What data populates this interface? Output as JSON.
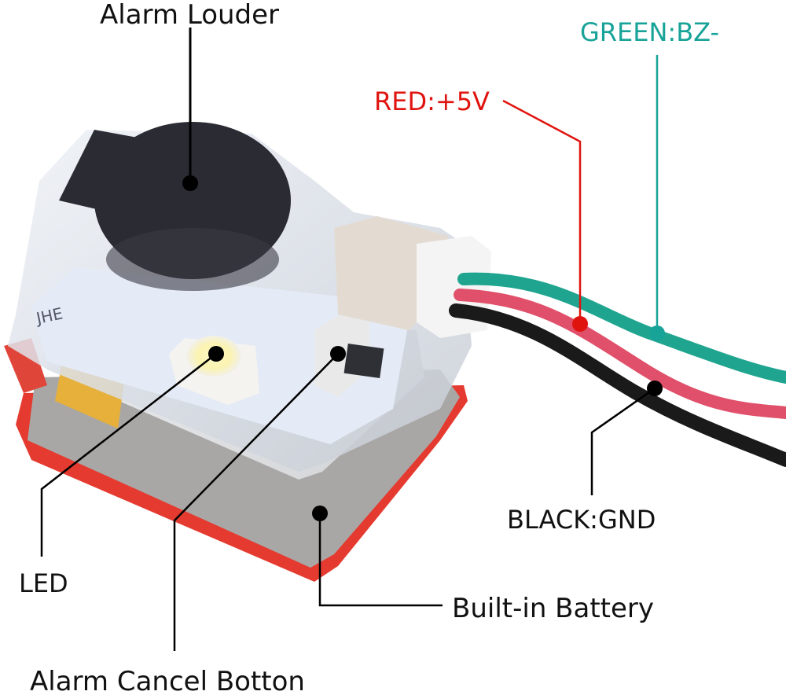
{
  "diagram": {
    "title": "Buzzer alarm module callouts",
    "labels": {
      "alarm_louder": "Alarm Louder",
      "red_wire": "RED:+5V",
      "green_wire": "GREEN:BZ-",
      "black_wire": "BLACK:GND",
      "led": "LED",
      "built_in_battery": "Built-in Battery",
      "cancel_button": "Alarm Cancel Botton"
    },
    "pcb_silkscreen": "JHE",
    "colors": {
      "red_label": "#e0140f",
      "green_label": "#17a398",
      "black_label": "#111111",
      "red_wire": "#e0506a",
      "green_wire": "#1fa58f",
      "black_wire": "#1a1a1a",
      "buzzer": "#2b2b33",
      "pad_red": "#e53a2f"
    }
  }
}
